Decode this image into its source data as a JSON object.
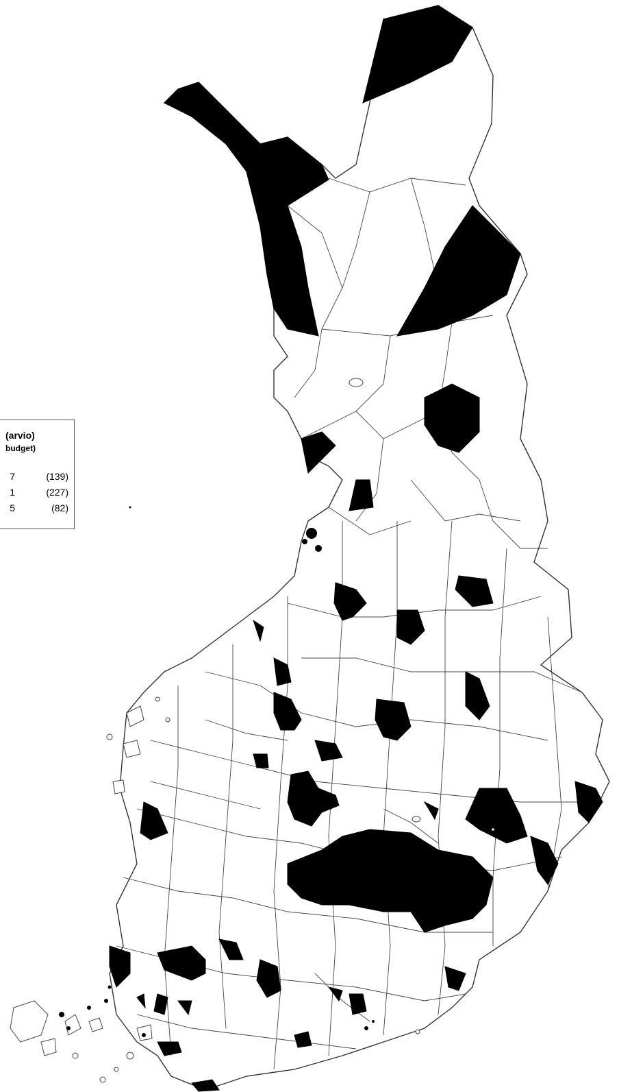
{
  "legend": {
    "title": "(arvio)",
    "subtitle": "budget)",
    "rows": [
      {
        "value": "7",
        "count": "(139)"
      },
      {
        "value": "1",
        "count": "(227)"
      },
      {
        "value": "5",
        "count": "(82)"
      }
    ]
  },
  "colors": {
    "land": "#ffffff",
    "border": "#333333",
    "highlight": "#000000"
  }
}
